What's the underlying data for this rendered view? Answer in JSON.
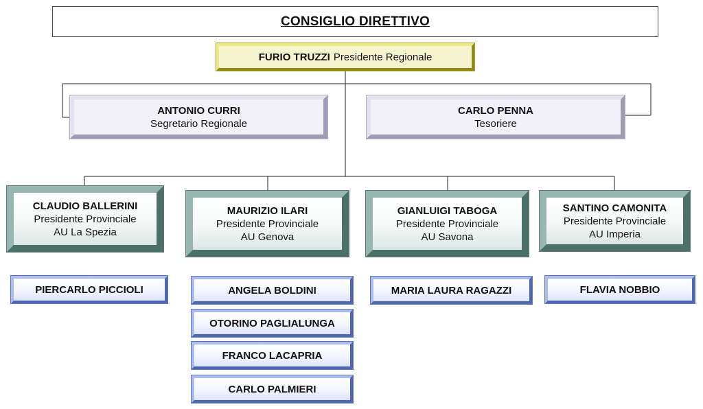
{
  "title": "CONSIGLIO DIRETTIVO",
  "president": {
    "name": "FURIO TRUZZI",
    "role": "Presidente Regionale"
  },
  "officers": [
    {
      "name": "ANTONIO CURRI",
      "role": "Segretario Regionale"
    },
    {
      "name": "CARLO PENNA",
      "role": "Tesoriere"
    }
  ],
  "provinces": [
    {
      "name": "CLAUDIO BALLERINI",
      "role": "Presidente Provinciale",
      "area": "AU La Spezia",
      "members": [
        "PIERCARLO PICCIOLI"
      ]
    },
    {
      "name": "MAURIZIO ILARI",
      "role": "Presidente Provinciale",
      "area": "AU Genova",
      "members": [
        "ANGELA BOLDINI",
        "OTORINO PAGLIALUNGA",
        "FRANCO LACAPRIA",
        "CARLO PALMIERI"
      ]
    },
    {
      "name": "GIANLUIGI TABOGA",
      "role": "Presidente Provinciale",
      "area": "AU Savona",
      "members": [
        "MARIA LAURA RAGAZZI"
      ]
    },
    {
      "name": "SANTINO CAMONITA",
      "role": "Presidente Provinciale",
      "area": "AU Imperia",
      "members": [
        "FLAVIA NOBBIO"
      ]
    }
  ],
  "colors": {
    "line": "#222222",
    "president_fill": "#f6f4cf",
    "officer_fill": "#f3f1f8",
    "province_frame": "#5b7f77",
    "member_frame": "#6077c4"
  }
}
